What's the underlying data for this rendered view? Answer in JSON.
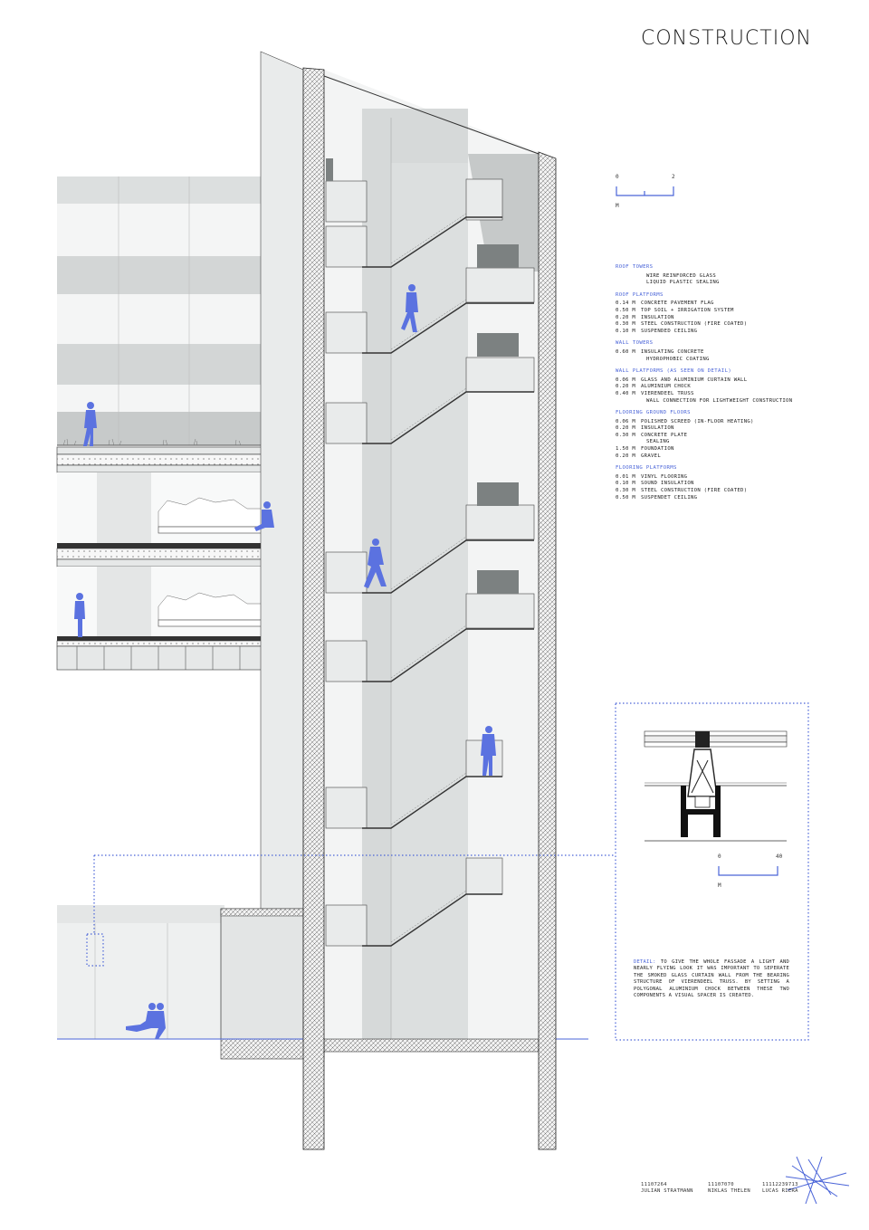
{
  "title": "CONSTRUCTION",
  "scale_main": {
    "start": "0",
    "end": "2",
    "unit": "M"
  },
  "scale_detail": {
    "start": "0",
    "end": "40",
    "unit": "M"
  },
  "sections": [
    {
      "heading": "ROOF TOWERS",
      "rows": [
        {
          "t": "",
          "text": "WIRE REINFORCED GLASS"
        },
        {
          "t": "",
          "text": "LIQUID PLASTIC SEALING"
        }
      ]
    },
    {
      "heading": "ROOF PLATFORMS",
      "rows": [
        {
          "t": "0.14 M",
          "text": "CONCRETE PAVEMENT FLAG"
        },
        {
          "t": "0.50 M",
          "text": "TOP SOIL + IRRIGATION SYSTEM"
        },
        {
          "t": "0.20 M",
          "text": "INSULATION"
        },
        {
          "t": "0.30 M",
          "text": "STEEL CONSTRUCTION (FIRE COATED)"
        },
        {
          "t": "0.10 M",
          "text": "SUSPENDED CEILING"
        }
      ]
    },
    {
      "heading": "WALL TOWERS",
      "rows": [
        {
          "t": "0.60 M",
          "text": "INSULATING CONCRETE"
        },
        {
          "t": "",
          "text": "HYDROPHOBIC COATING"
        }
      ]
    },
    {
      "heading": "WALL PLATFORMS (AS SEEN ON DETAIL)",
      "rows": [
        {
          "t": "0.06 M",
          "text": "GLASS AND ALUMINIUM CURTAIN WALL"
        },
        {
          "t": "0.20 M",
          "text": "ALUMINIUM CHOCK"
        },
        {
          "t": "0.40 M",
          "text": "VIERENDEEL TRUSS"
        },
        {
          "t": "",
          "text": "WALL CONNECTION FOR LIGHTWEIGHT CONSTRUCTION"
        }
      ]
    },
    {
      "heading": "FLOORING GROUND FLOORS",
      "rows": [
        {
          "t": "0.06 M",
          "text": "POLISHED SCREED (IN-FLOOR HEATING)"
        },
        {
          "t": "0.20 M",
          "text": "INSULATION"
        },
        {
          "t": "0.30 M",
          "text": "CONCRETE PLATE"
        },
        {
          "t": "",
          "text": "SEALING"
        },
        {
          "t": "1.50 M",
          "text": "FOUNDATION"
        },
        {
          "t": "0.20 M",
          "text": "GRAVEL"
        }
      ]
    },
    {
      "heading": "FLOORING PLATFORMS",
      "rows": [
        {
          "t": "0.01 M",
          "text": "VINYL FLOORING"
        },
        {
          "t": "0.10 M",
          "text": "SOUND INSULATION"
        },
        {
          "t": "0.30 M",
          "text": "STEEL CONSTRUCTION (FIRE COATED)"
        },
        {
          "t": "0.50 M",
          "text": "SUSPENDET CEILING"
        }
      ]
    }
  ],
  "detail": {
    "label": "DETAIL:",
    "text": "TO GIVE THE WHOLE FASSADE A LIGHT AND NEARLY FLYING LOOK IT WAS IMPORTANT TO SEPERATE THE SMOKED GLASS CURTAIN WALL FROM THE BEARING STRUCTURE OF VIERENDEEL TRUSS. BY SETTING A POLYGONAL ALUMINIUM CHOCK BETWEEN THESE TWO COMPONENTS A VISUAL SPACER IS CREATED."
  },
  "credits": [
    {
      "id": "11107264",
      "name": "JULIAN STRATMANN"
    },
    {
      "id": "11107070",
      "name": "NIKLAS THELEN"
    },
    {
      "id": "11112239713",
      "name": "LUCAS RIERA"
    }
  ],
  "colors": {
    "accent": "#4a64d8",
    "figure": "#5b72e0",
    "wall": "#e8eaea",
    "shade": "#c9cccc",
    "line": "#222222"
  }
}
